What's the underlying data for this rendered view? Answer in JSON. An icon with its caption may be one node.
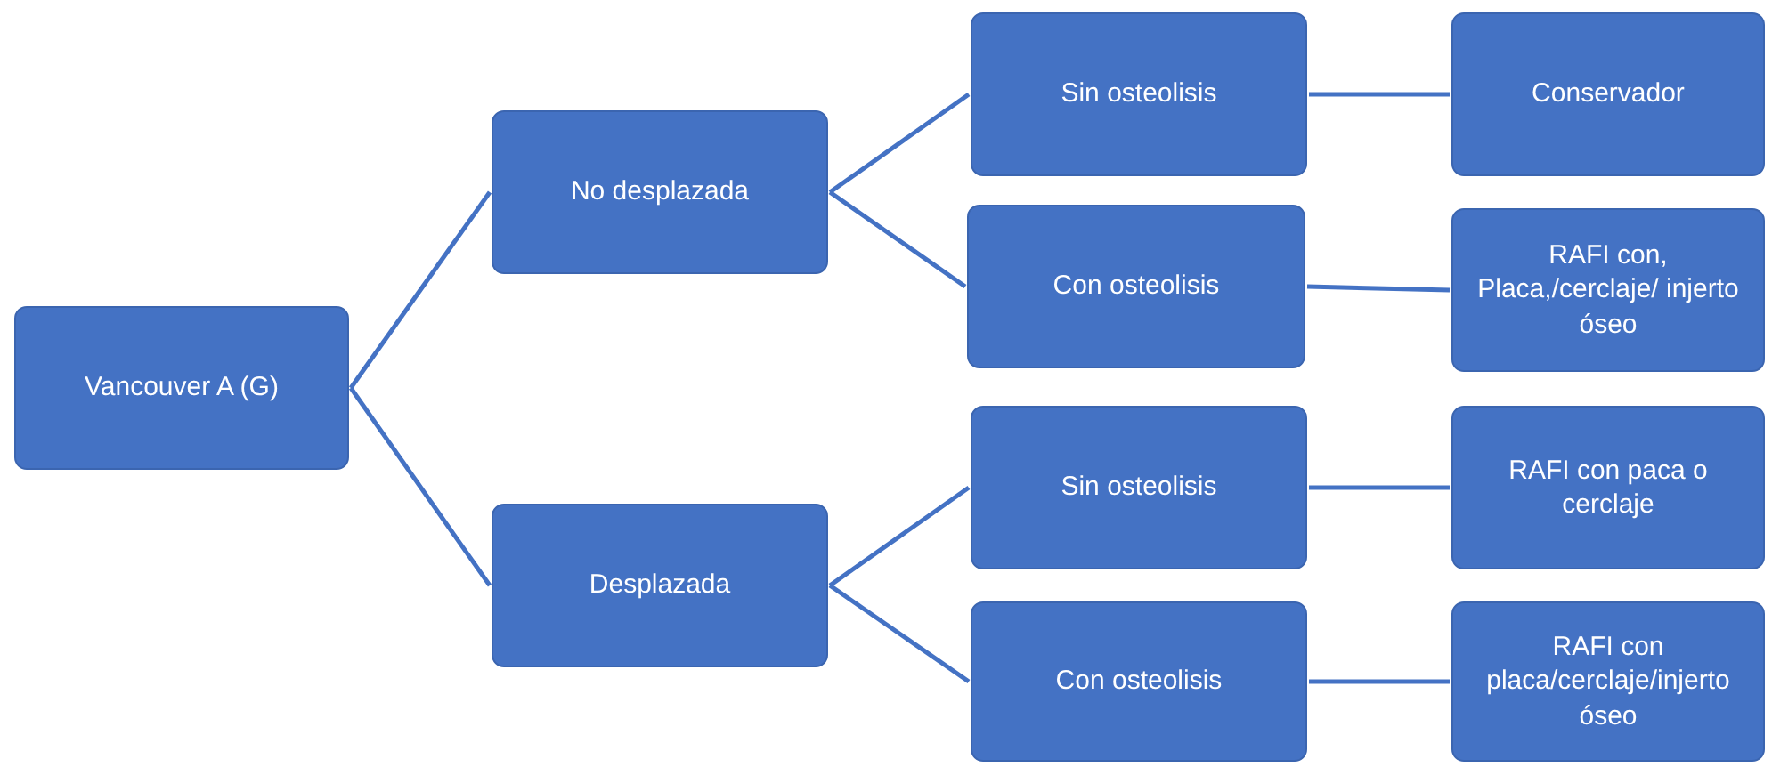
{
  "diagram": {
    "nodes": [
      {
        "text": [
          "Vancouver A  (G)"
        ]
      },
      {
        "text": [
          "No desplazada"
        ]
      },
      {
        "text": [
          "Desplazada"
        ]
      },
      {
        "text": [
          "Sin osteolisis"
        ]
      },
      {
        "text": [
          "Con osteolisis"
        ]
      },
      {
        "text": [
          "Conservador"
        ]
      },
      {
        "text": [
          "RAFI con, Placa,/cerclaje/ injerto óseo"
        ]
      },
      {
        "text": [
          "Sin osteolisis"
        ]
      },
      {
        "text": [
          "RAFI con paca o cerclaje"
        ]
      },
      {
        "text": [
          "Con osteolisis"
        ]
      },
      {
        "text": [
          "RAFI con placa/cerclaje/injerto óseo"
        ]
      }
    ],
    "edges": [
      {
        "from": 0,
        "to": 1,
        "arrow": "none"
      },
      {
        "from": 0,
        "to": 2,
        "arrow": "none"
      },
      {
        "from": 1,
        "to": 3,
        "arrow": "none"
      },
      {
        "from": 1,
        "to": 4,
        "arrow": "none"
      },
      {
        "from": 3,
        "to": 5,
        "arrow": "none"
      },
      {
        "from": 4,
        "to": 6,
        "arrow": "none"
      },
      {
        "from": 2,
        "to": 7,
        "arrow": "none"
      },
      {
        "from": 2,
        "to": 9,
        "arrow": "none"
      },
      {
        "from": 7,
        "to": 8,
        "arrow": "none"
      },
      {
        "from": 9,
        "to": 10,
        "arrow": "none"
      }
    ]
  }
}
